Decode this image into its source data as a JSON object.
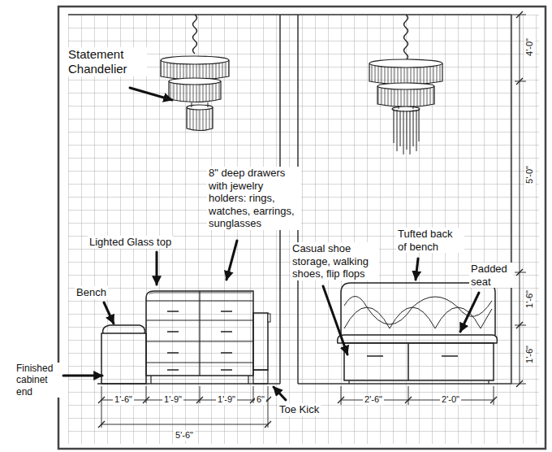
{
  "diagram": {
    "labels": [
      "Statement Chandelier",
      "8\" deep drawers with jewelry holders: rings, watches, earrings, sunglasses",
      "Lighted Glass top",
      "Casual shoe storage, walking shoes, flip flops",
      "Tufted back of bench",
      "Padded seat",
      "Bench",
      "Finished cabinet end",
      "Toe Kick",
      "1'-6\"",
      "1'-9\"",
      "1'-9\"",
      "6\"",
      "5'-6\"",
      "2'-6\"",
      "2'-0\"",
      "4'-0\"",
      "5'-0\"",
      "1'-6\"",
      "1'-6\""
    ]
  }
}
